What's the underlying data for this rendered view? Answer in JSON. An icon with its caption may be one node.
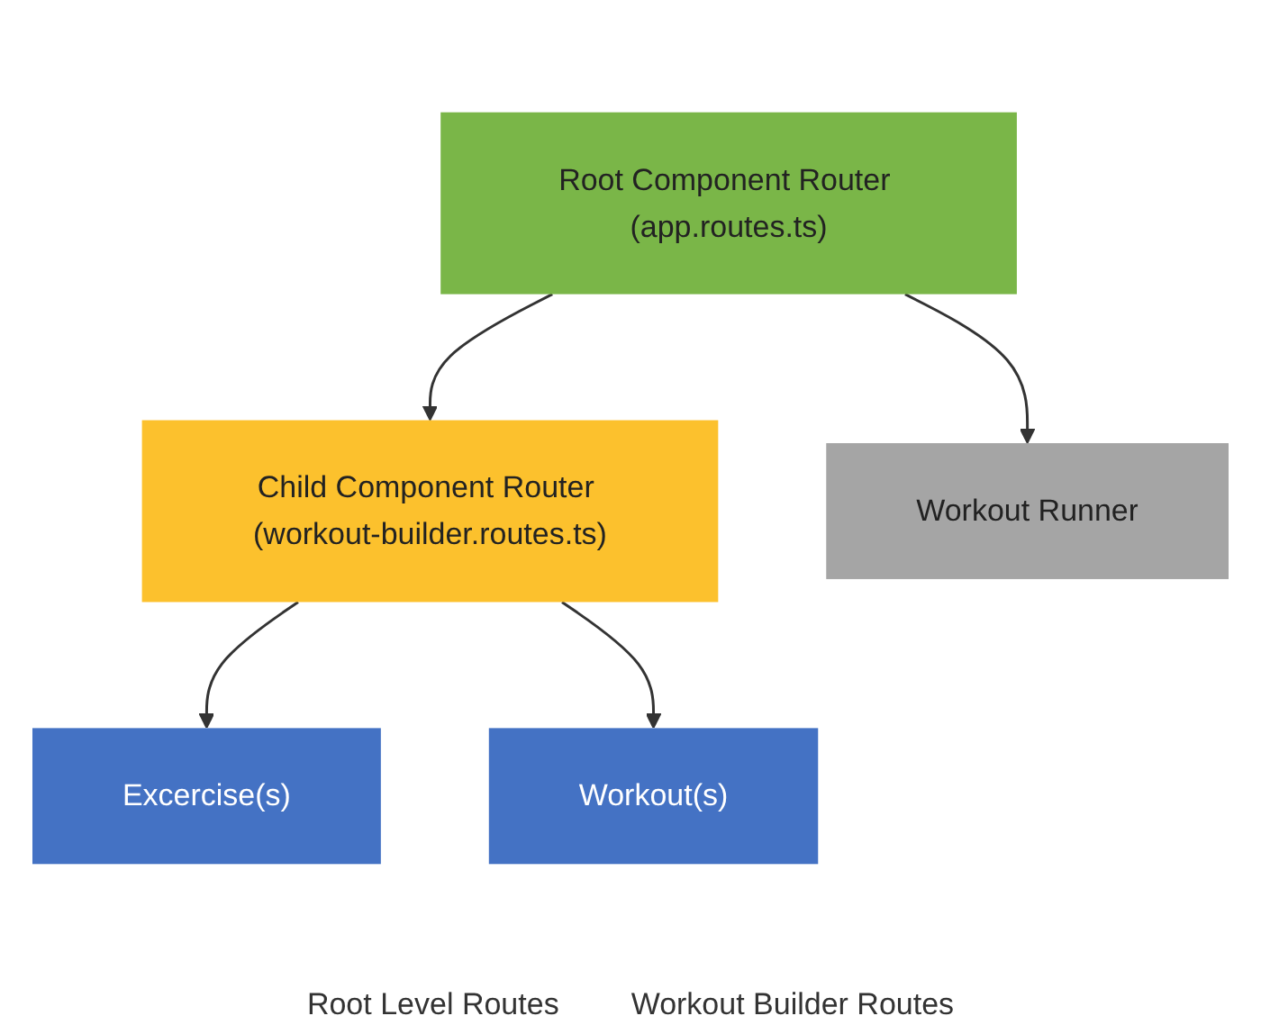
{
  "diagram": {
    "nodes": [
      {
        "text": [
          "Root Component Router (app.routes.ts)"
        ]
      },
      {
        "text": [
          "Child Component Router (workout-builder.routes.ts)"
        ]
      },
      {
        "text": [
          "Workout Runner"
        ]
      },
      {
        "text": [
          "Excercise(s)"
        ]
      },
      {
        "text": [
          "Workout(s)"
        ]
      }
    ],
    "edges": [
      {
        "from": 0,
        "to": 1,
        "arrow": "to"
      },
      {
        "from": 0,
        "to": 2,
        "arrow": "to"
      },
      {
        "from": 1,
        "to": 3,
        "arrow": "to"
      },
      {
        "from": 1,
        "to": 4,
        "arrow": "to"
      }
    ],
    "labels": [
      "Root Level Routes",
      "Workout Builder Routes"
    ]
  }
}
